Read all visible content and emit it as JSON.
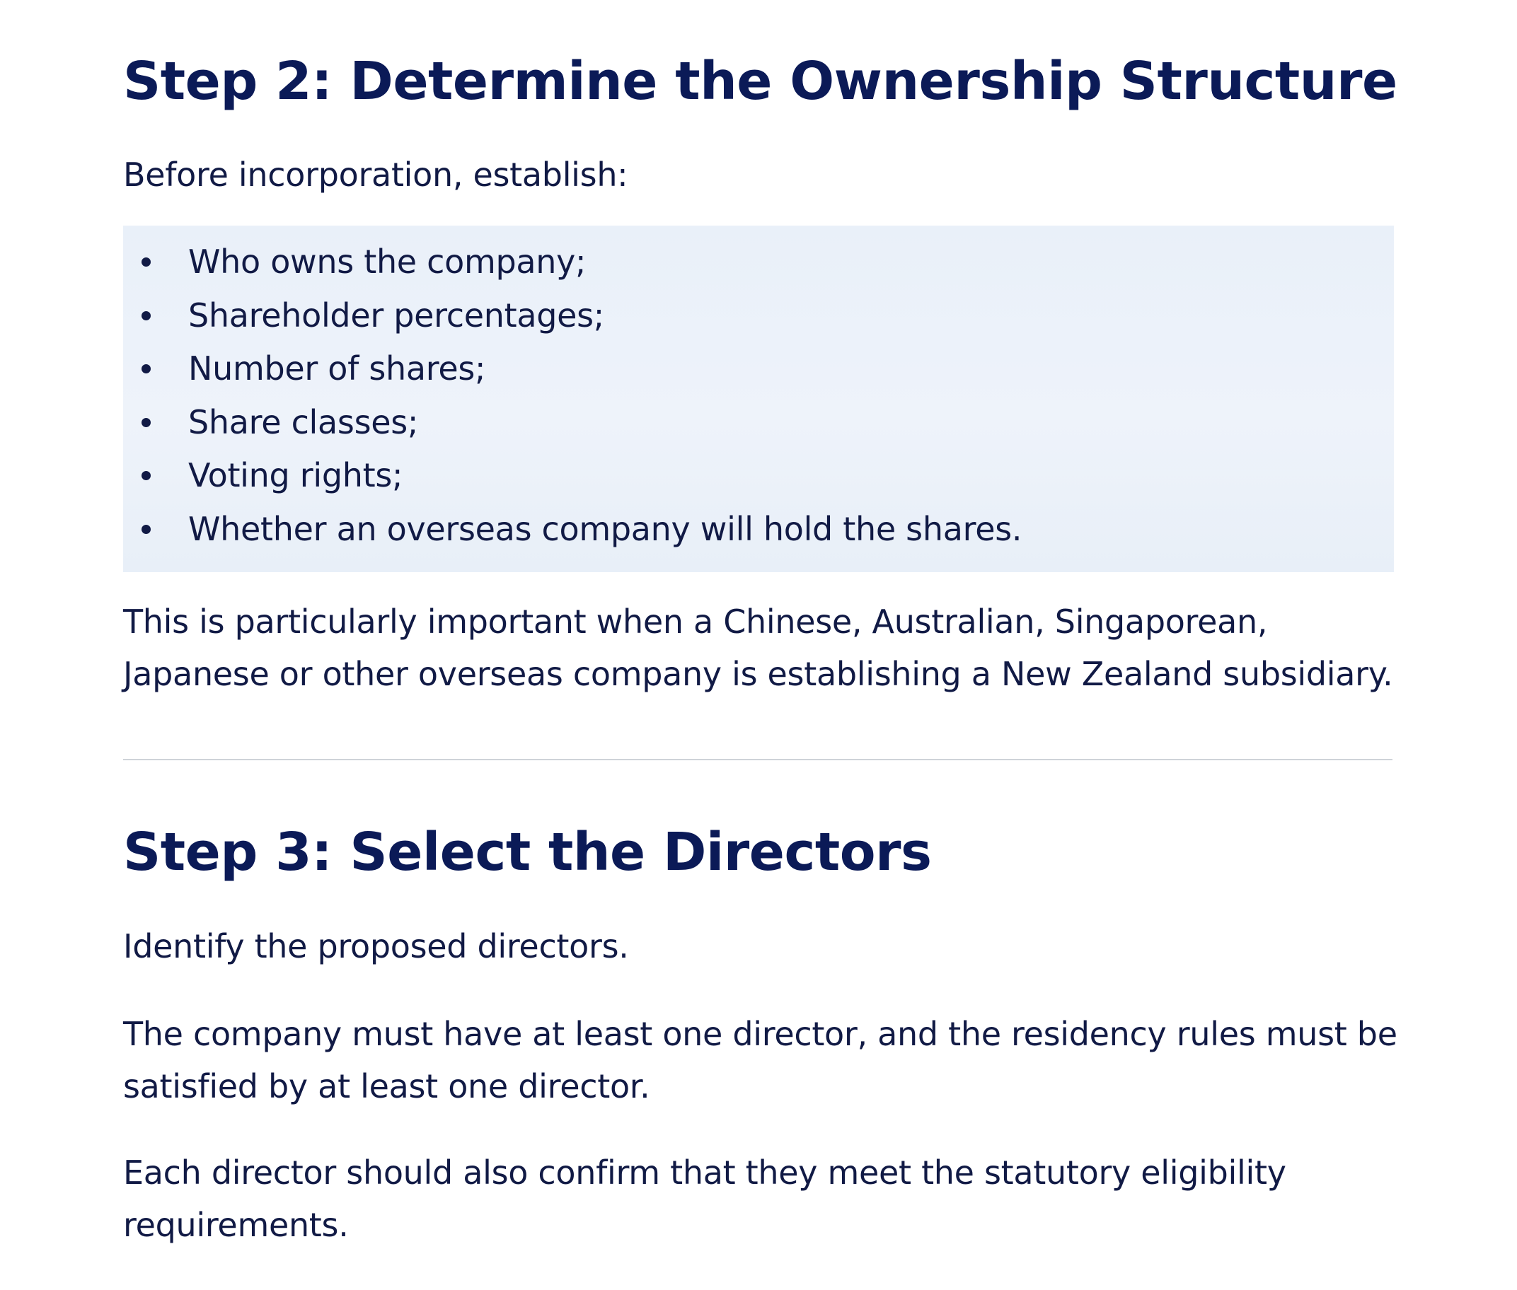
{
  "step2": {
    "title": "Step 2: Determine the Ownership Structure",
    "intro": "Before incorporation, establish:",
    "items": [
      "Who owns the company;",
      "Shareholder percentages;",
      "Number of shares;",
      "Share classes;",
      "Voting rights;",
      "Whether an overseas company will hold the shares."
    ],
    "note_line1": "This is particularly important when a Chinese, Australian, Singaporean,",
    "note_line2": "Japanese or other overseas company is establishing a New Zealand subsidiary."
  },
  "step3": {
    "title": "Step 3: Select the Directors",
    "intro": "Identify the proposed directors.",
    "para1_line1": "The company must have at least one director, and the residency rules must be",
    "para1_line2": "satisfied by at least one director.",
    "para2_line1": "Each director should also confirm that they meet the statutory eligibility",
    "para2_line2": "requirements."
  },
  "colors": {
    "heading": "#0b1a57",
    "body_text": "#111a45",
    "callout_background": "#ecf2f9",
    "divider": "#cfd3d9"
  }
}
